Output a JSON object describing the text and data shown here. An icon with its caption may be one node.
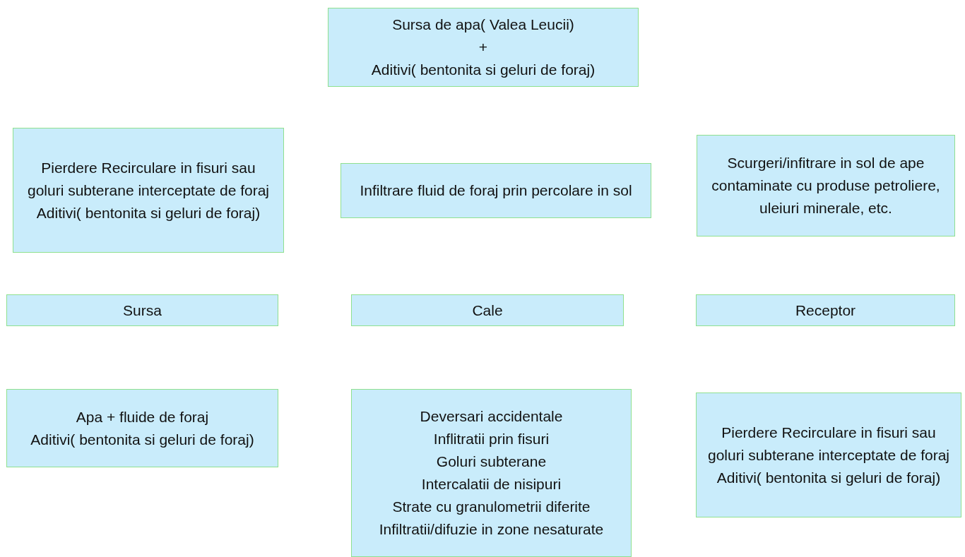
{
  "diagram": {
    "nodes": [
      {
        "text": [
          "Sursa de apa( Valea Leucii)",
          "+",
          "Aditivi( bentonita si geluri de foraj)"
        ]
      },
      {
        "text": [
          "Pierdere Recirculare in fisuri sau goluri subterane interceptate de foraj",
          "Aditivi( bentonita si geluri de foraj)"
        ]
      },
      {
        "text": [
          "Infiltrare fluid de foraj prin percolare in sol"
        ]
      },
      {
        "text": [
          "Scurgeri/infitrare in sol de ape contaminate cu produse petroliere, uleiuri minerale, etc."
        ]
      },
      {
        "text": [
          "Sursa"
        ]
      },
      {
        "text": [
          "Cale"
        ]
      },
      {
        "text": [
          "Receptor"
        ]
      },
      {
        "text": [
          "Apa + fluide de foraj",
          "Aditivi( bentonita si geluri de foraj)"
        ]
      },
      {
        "text": [
          "Deversari accidentale",
          "Inflitratii prin fisuri",
          "Goluri subterane",
          "Intercalatii de nisipuri",
          "Strate cu granulometrii diferite",
          "Infiltratii/difuzie in zone nesaturate"
        ]
      },
      {
        "text": [
          "Pierdere Recirculare in fisuri sau goluri subterane interceptate de foraj",
          "Aditivi( bentonita si geluri de foraj)"
        ]
      }
    ],
    "edges": []
  }
}
